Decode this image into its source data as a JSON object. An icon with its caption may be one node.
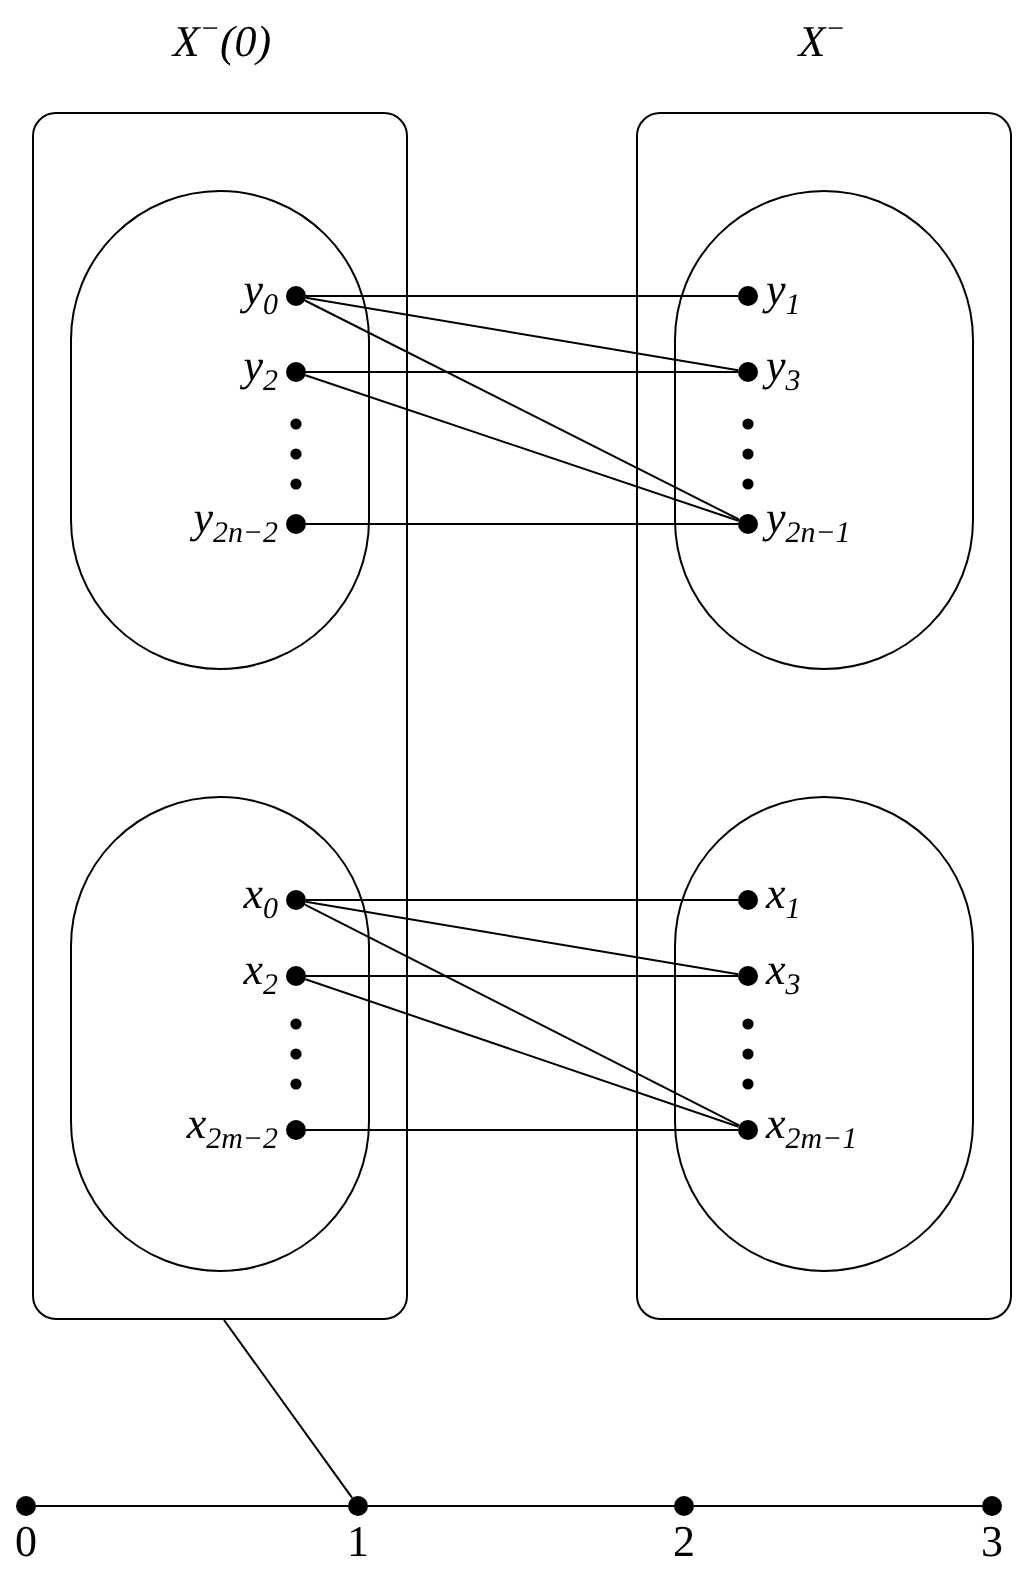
{
  "diagram": {
    "nodes": [
      {
        "text": [
          "X$^{−}$(0)"
        ]
      },
      {
        "text": [
          "X$^{−}$"
        ]
      },
      {
        "text": [],
        "shape": "oval",
        "in": 0
      },
      {
        "text": [],
        "shape": "oval",
        "in": 0
      },
      {
        "text": [],
        "shape": "oval",
        "in": 1
      },
      {
        "text": [],
        "shape": "oval",
        "in": 1
      },
      {
        "text": [
          "y$_{0}$"
        ],
        "in": 2
      },
      {
        "text": [
          "y$_{2}$"
        ],
        "in": 2
      },
      {
        "text": [
          "y$_{2n−2}$"
        ],
        "in": 2
      },
      {
        "text": [
          "y$_{1}$"
        ],
        "in": 4
      },
      {
        "text": [
          "y$_{3}$"
        ],
        "in": 4
      },
      {
        "text": [
          "y$_{2n−1}$"
        ],
        "in": 4
      },
      {
        "text": [
          "x$_{0}$"
        ],
        "in": 3
      },
      {
        "text": [
          "x$_{2}$"
        ],
        "in": 3
      },
      {
        "text": [
          "x$_{2m−2}$"
        ],
        "in": 3
      },
      {
        "text": [
          "x$_{1}$"
        ],
        "in": 5
      },
      {
        "text": [
          "x$_{3}$"
        ],
        "in": 5
      },
      {
        "text": [
          "x$_{2m−1}$"
        ],
        "in": 5
      },
      {
        "text": [
          "0"
        ]
      },
      {
        "text": [
          "1"
        ]
      },
      {
        "text": [
          "2"
        ]
      },
      {
        "text": [
          "3"
        ]
      }
    ],
    "edges": [
      {
        "from": 6,
        "to": 9,
        "arrow": "none"
      },
      {
        "from": 6,
        "to": 10,
        "arrow": "none"
      },
      {
        "from": 6,
        "to": 11,
        "arrow": "none"
      },
      {
        "from": 7,
        "to": 10,
        "arrow": "none"
      },
      {
        "from": 7,
        "to": 11,
        "arrow": "none"
      },
      {
        "from": 8,
        "to": 11,
        "arrow": "none"
      },
      {
        "from": 12,
        "to": 15,
        "arrow": "none"
      },
      {
        "from": 12,
        "to": 16,
        "arrow": "none"
      },
      {
        "from": 12,
        "to": 17,
        "arrow": "none"
      },
      {
        "from": 13,
        "to": 16,
        "arrow": "none"
      },
      {
        "from": 13,
        "to": 17,
        "arrow": "none"
      },
      {
        "from": 14,
        "to": 17,
        "arrow": "none"
      },
      {
        "from": 0,
        "to": 19,
        "arrow": "none"
      },
      {
        "from": 18,
        "to": 19,
        "arrow": "none"
      },
      {
        "from": 19,
        "to": 20,
        "arrow": "none"
      },
      {
        "from": 20,
        "to": 21,
        "arrow": "none"
      }
    ]
  }
}
